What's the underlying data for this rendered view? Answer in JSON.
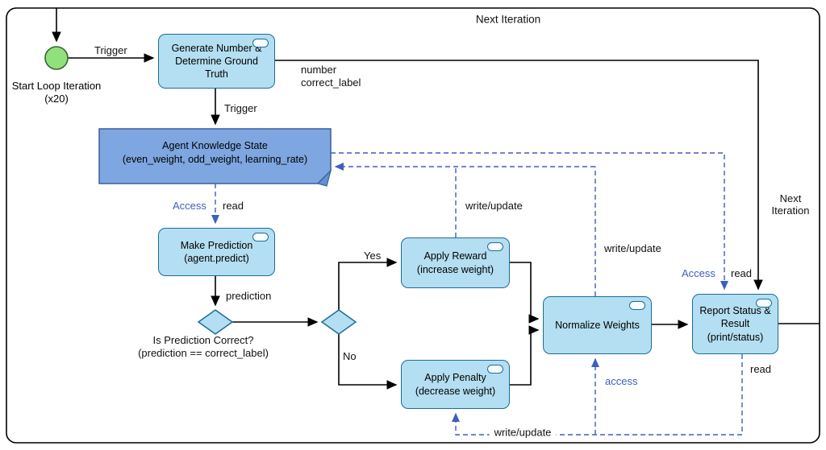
{
  "colors": {
    "activity_fill": "#b4def1",
    "activity_stroke": "#1b6d99",
    "note_fill": "#7ea6e0",
    "note_fold": "#6290d3",
    "note_stroke": "#3a5f9c",
    "dashed_blue": "#3c5fbf",
    "solid_black": "#000000",
    "start_fill": "#90e07c",
    "start_stroke": "#336633"
  },
  "nodes": {
    "start": {
      "label": "Start Loop Iteration (x20)"
    },
    "generate": {
      "label": "Generate Number & Determine Ground Truth"
    },
    "knowledge": {
      "title": "Agent Knowledge State",
      "subtitle": "(even_weight, odd_weight, learning_rate)"
    },
    "predict": {
      "label": "Make Prediction (agent.predict)"
    },
    "reward": {
      "label": "Apply Reward (increase weight)"
    },
    "penalty": {
      "label": "Apply Penalty (decrease weight)"
    },
    "normalize": {
      "label": "Normalize Weights"
    },
    "report": {
      "label": "Report Status & Result (print/status)"
    }
  },
  "edges": {
    "trigger_start": "Trigger",
    "trigger_state": "Trigger",
    "outputs_line1": "number",
    "outputs_line2": "correct_label",
    "next_iteration_top": "Next Iteration",
    "next_iteration_right": "Next Iteration",
    "access_predict": "Access",
    "read_predict": "read",
    "prediction": "prediction",
    "decision_q1": "Is Prediction Correct?",
    "decision_q2": "(prediction == correct_label)",
    "yes": "Yes",
    "no": "No",
    "write_update_reward": "write/update",
    "write_update_normalize": "write/update",
    "write_update_bottom": "write/update",
    "access_report": "Access",
    "read_report": "read",
    "access_normalize": "access",
    "read_bottom": "read"
  }
}
